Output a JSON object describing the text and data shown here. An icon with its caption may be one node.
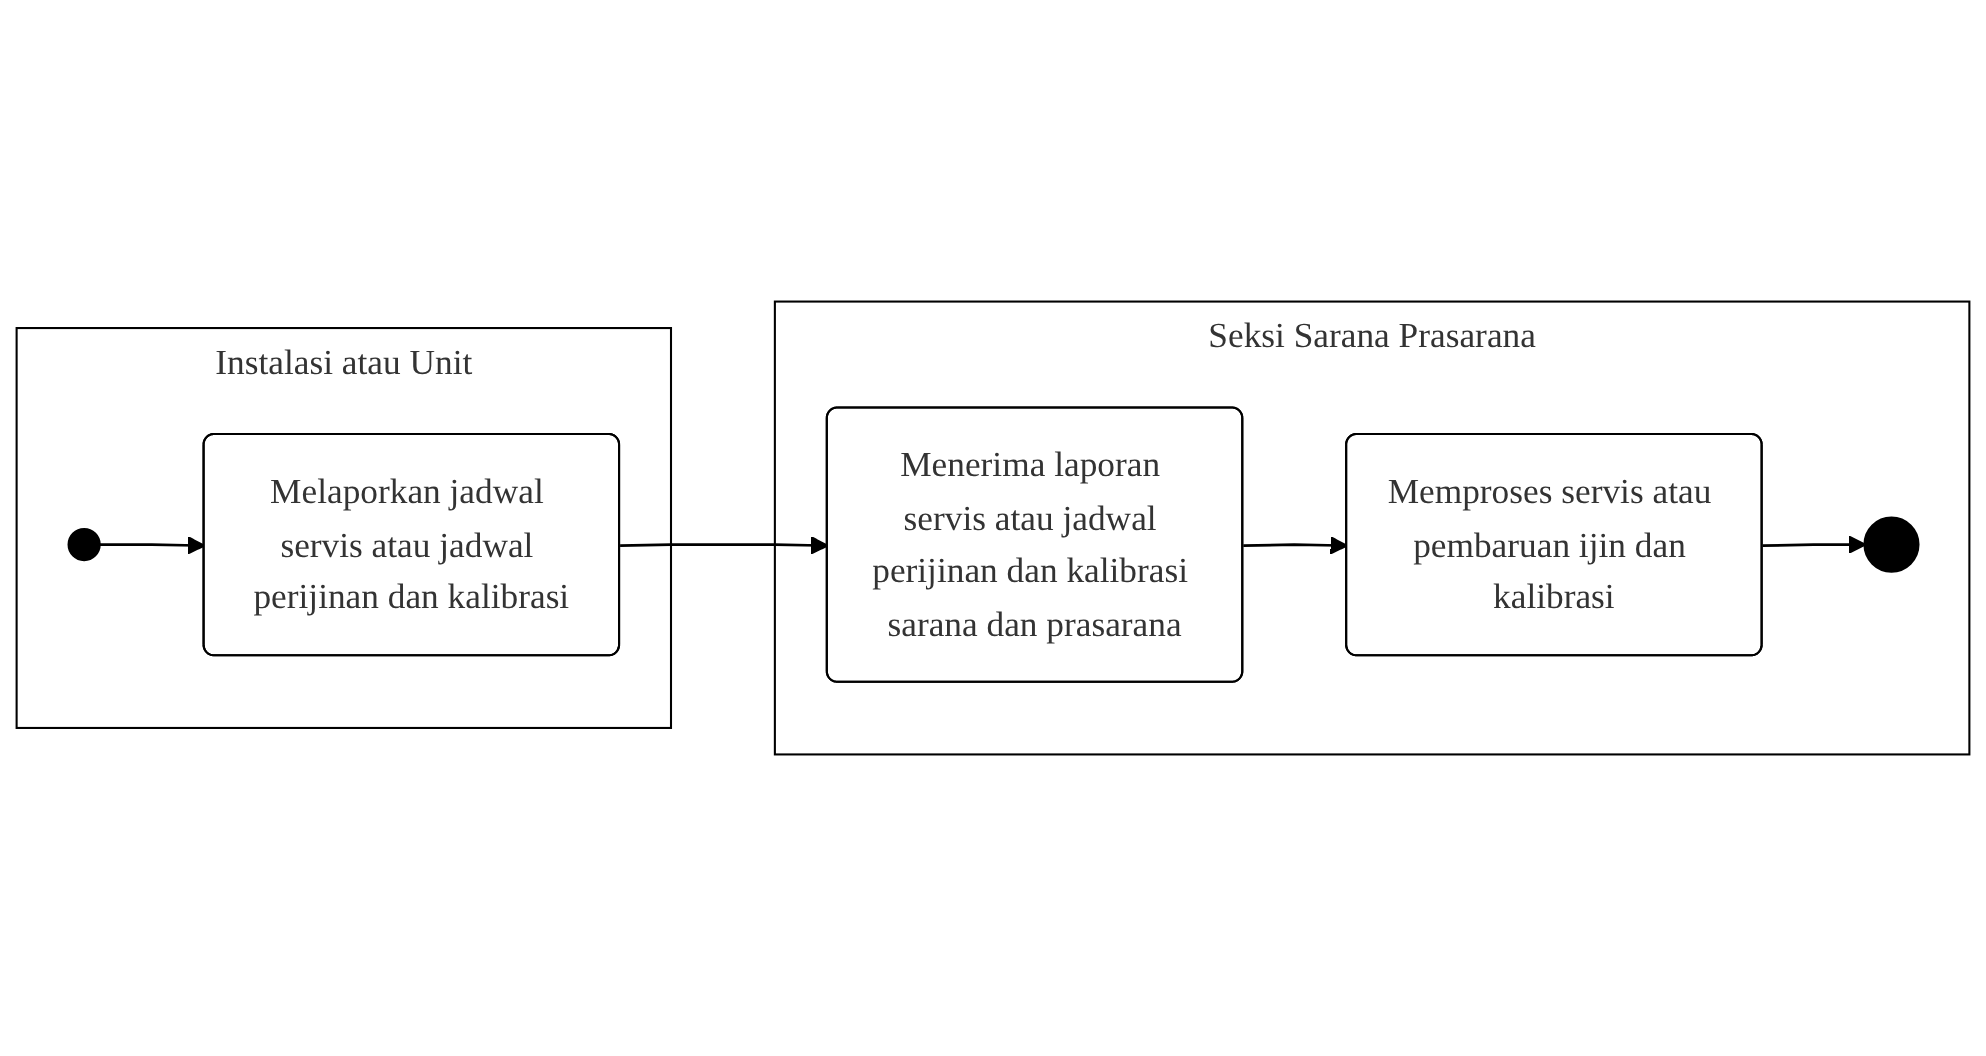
{
  "diagram": {
    "nodes": [
      {
        "text": [
          "Instalasi atau Unit"
        ]
      },
      {
        "text": [],
        "shape": "circle",
        "in": 0
      },
      {
        "text": [
          "Melaporkan jadwal servis atau jadwal perijinan dan kalibrasi"
        ],
        "in": 0
      },
      {
        "text": [
          "Seksi Sarana Prasarana"
        ]
      },
      {
        "text": [
          "Menerima laporan servis atau jadwal perijinan dan kalibrasi sarana dan prasarana"
        ],
        "in": 3
      },
      {
        "text": [
          "Memproses servis atau pembaruan ijin dan kalibrasi"
        ],
        "in": 3
      },
      {
        "text": [],
        "shape": "bullseye",
        "in": 3
      }
    ],
    "edges": [
      {
        "from": 1,
        "to": 2,
        "arrow": "to"
      },
      {
        "from": 2,
        "to": 4,
        "arrow": "to"
      },
      {
        "from": 4,
        "to": 5,
        "arrow": "to"
      },
      {
        "from": 5,
        "to": 6,
        "arrow": "to"
      }
    ]
  }
}
